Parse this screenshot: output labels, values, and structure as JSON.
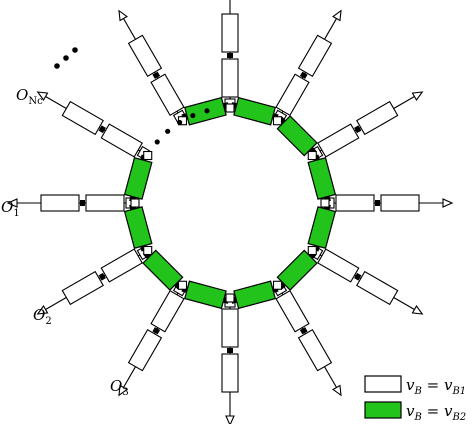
{
  "colors": {
    "ring_fill": "#22c41b",
    "box_fill": "#ffffff",
    "stroke": "#000000"
  },
  "outputs": [
    {
      "sym": "O",
      "sub": "Nc"
    },
    {
      "sym": "O",
      "sub": "1"
    },
    {
      "sym": "O",
      "sub": "2"
    },
    {
      "sym": "O",
      "sub": "3"
    }
  ],
  "legend": [
    {
      "swatch": "white",
      "lhs": "v",
      "lhs_sub": "B",
      "rhs": "v",
      "rhs_sub": "B1"
    },
    {
      "swatch": "green",
      "lhs": "v",
      "lhs_sub": "B",
      "rhs": "v",
      "rhs_sub": "B2"
    }
  ]
}
